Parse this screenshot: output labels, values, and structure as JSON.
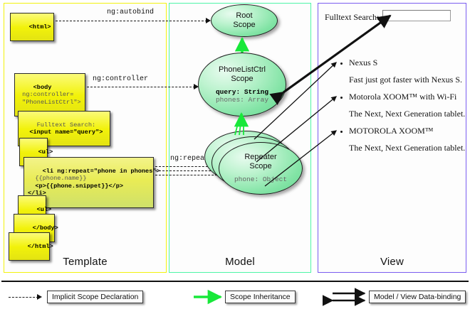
{
  "panels": {
    "template": {
      "label": "Template",
      "border_color": "#f2f20d"
    },
    "model": {
      "label": "Model",
      "border_color": "#4df5a6"
    },
    "view": {
      "label": "View",
      "border_color": "#7a5cf0"
    }
  },
  "template_boxes": [
    {
      "id": "html-open",
      "text": "<html>"
    },
    {
      "id": "body-open",
      "line1": "<body",
      "line2": " ng:controller=",
      "line3": " \"PhoneListCtrl\">"
    },
    {
      "id": "search-box",
      "line1": "Fulltext Search:",
      "line2": "  <input name=\"query\">"
    },
    {
      "id": "ul-open",
      "text": "<ul>"
    },
    {
      "id": "li-repeat",
      "line1": "<li ng:repeat=\"phone in phones\">",
      "line2": "  {{phone.name}}",
      "line3": "  <p>{{phone.snippet}}</p>",
      "line4": "</li>"
    },
    {
      "id": "ul-close",
      "text": "<ul>"
    },
    {
      "id": "body-close",
      "text": "</body>"
    },
    {
      "id": "html-close",
      "text": "</html>"
    }
  ],
  "connectors": [
    {
      "id": "ng-autobind",
      "label": "ng:autobind"
    },
    {
      "id": "ng-controller",
      "label": "ng:controller"
    },
    {
      "id": "ng-repeat",
      "label": "ng:repeat"
    }
  ],
  "scopes": [
    {
      "id": "root-scope",
      "title_line1": "Root",
      "title_line2": "Scope",
      "props": []
    },
    {
      "id": "phonelist-scope",
      "title_line1": "PhoneListCtrl",
      "title_line2": "Scope",
      "props": [
        {
          "text": "query: String",
          "emphasis": true
        },
        {
          "text": "phones: Array",
          "emphasis": false
        }
      ]
    },
    {
      "id": "repeater-scope",
      "title_line1": "Repeater",
      "title_line2": "Scope",
      "props": [
        {
          "text": "phone: Object",
          "emphasis": false
        }
      ]
    }
  ],
  "view": {
    "search_label": "Fulltext Search:",
    "search_value": "",
    "items": [
      {
        "name": "Nexus S",
        "snippet": "Fast just got faster with Nexus S."
      },
      {
        "name": "Motorola XOOM™  with Wi-Fi",
        "snippet": "The Next, Next Generation tablet."
      },
      {
        "name": "MOTOROLA XOOM™",
        "snippet": "The Next, Next Generation tablet."
      }
    ]
  },
  "legend": [
    {
      "id": "implicit-scope-declaration",
      "label": "Implicit Scope Declaration",
      "arrow": "dashed-single",
      "color": "#111111"
    },
    {
      "id": "scope-inheritance",
      "label": "Scope Inheritance",
      "arrow": "solid-green",
      "color": "#18e83a"
    },
    {
      "id": "model-view-data-binding",
      "label": "Model / View Data-binding",
      "arrow": "double",
      "color": "#111111"
    }
  ]
}
